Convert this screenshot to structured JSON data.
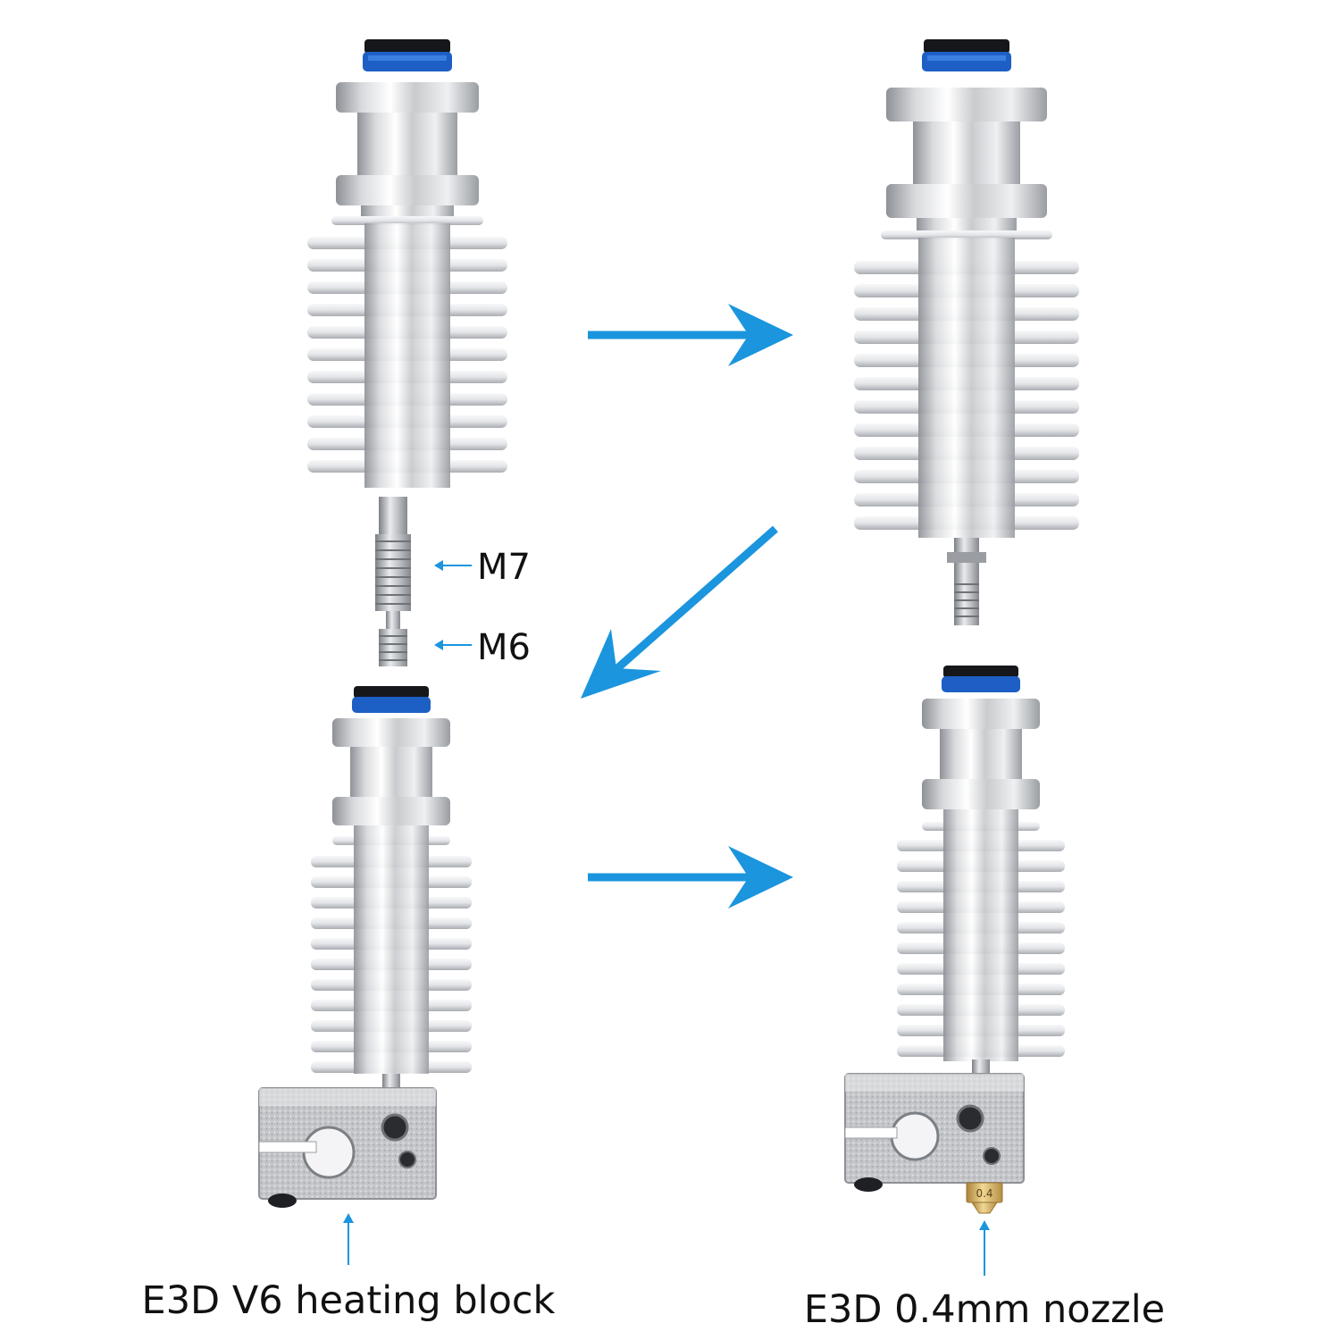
{
  "labels": {
    "thread_top": "M7",
    "thread_bottom": "M6",
    "heating_block": "E3D V6 heating block",
    "nozzle": "E3D 0.4mm nozzle",
    "nozzle_marking": "0.4"
  },
  "colors": {
    "arrow": "#1b95dd",
    "coupler_blue": "#1d5fc4",
    "coupler_black": "#15171a",
    "metal_light": "#f2f2f4",
    "metal_mid": "#c7c9cc",
    "metal_dark": "#8e9196",
    "brass": "#d9b35a"
  },
  "icons": {
    "arrow": "long-right-arrow-icon",
    "pointer": "short-left-arrow-icon"
  }
}
